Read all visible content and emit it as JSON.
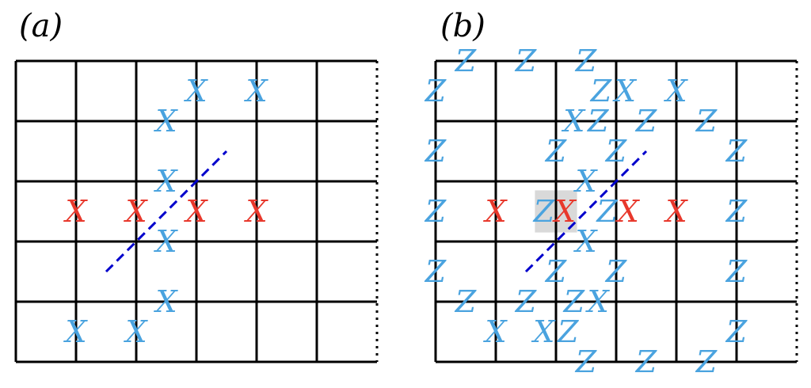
{
  "colors": {
    "blue": "#4aa3df",
    "red": "#e8382c",
    "cut": "#0000cc",
    "highlight": "#d9d9d9"
  },
  "panels": [
    {
      "label": "(a)",
      "ops": [
        {
          "t": "X",
          "c": "blue",
          "col": 3.0,
          "row": 0.5
        },
        {
          "t": "X",
          "c": "blue",
          "col": 4.0,
          "row": 0.5
        },
        {
          "t": "X",
          "c": "blue",
          "col": 2.5,
          "row": 1.0
        },
        {
          "t": "X",
          "c": "blue",
          "col": 2.5,
          "row": 2.0
        },
        {
          "t": "X",
          "c": "red",
          "col": 1.0,
          "row": 2.5
        },
        {
          "t": "X",
          "c": "red",
          "col": 2.0,
          "row": 2.5
        },
        {
          "t": "X",
          "c": "red",
          "col": 3.0,
          "row": 2.5
        },
        {
          "t": "X",
          "c": "red",
          "col": 4.0,
          "row": 2.5
        },
        {
          "t": "X",
          "c": "blue",
          "col": 2.5,
          "row": 3.0
        },
        {
          "t": "X",
          "c": "blue",
          "col": 2.5,
          "row": 4.0
        },
        {
          "t": "X",
          "c": "blue",
          "col": 1.0,
          "row": 4.5
        },
        {
          "t": "X",
          "c": "blue",
          "col": 2.0,
          "row": 4.5
        }
      ]
    },
    {
      "label": "(b)",
      "ops": [
        {
          "t": "Z",
          "c": "blue",
          "col": 0.5,
          "row": 0.0
        },
        {
          "t": "Z",
          "c": "blue",
          "col": 1.5,
          "row": 0.0
        },
        {
          "t": "Z",
          "c": "blue",
          "col": 2.5,
          "row": 0.0
        },
        {
          "t": "Z",
          "c": "blue",
          "col": 0.0,
          "row": 0.5
        },
        {
          "t": "Z",
          "c": "blue",
          "col": 2.75,
          "row": 0.5
        },
        {
          "t": "X",
          "c": "blue",
          "col": 3.15,
          "row": 0.5
        },
        {
          "t": "X",
          "c": "blue",
          "col": 4.0,
          "row": 0.5
        },
        {
          "t": "X",
          "c": "blue",
          "col": 2.3,
          "row": 1.0
        },
        {
          "t": "Z",
          "c": "blue",
          "col": 2.7,
          "row": 1.0
        },
        {
          "t": "Z",
          "c": "blue",
          "col": 3.5,
          "row": 1.0
        },
        {
          "t": "Z",
          "c": "blue",
          "col": 4.5,
          "row": 1.0
        },
        {
          "t": "Z",
          "c": "blue",
          "col": 0.0,
          "row": 1.5
        },
        {
          "t": "Z",
          "c": "blue",
          "col": 2.0,
          "row": 1.5
        },
        {
          "t": "Z",
          "c": "blue",
          "col": 3.0,
          "row": 1.5
        },
        {
          "t": "Z",
          "c": "blue",
          "col": 5.0,
          "row": 1.5
        },
        {
          "t": "X",
          "c": "blue",
          "col": 2.5,
          "row": 2.0
        },
        {
          "t": "Z",
          "c": "blue",
          "col": 0.0,
          "row": 2.5
        },
        {
          "t": "X",
          "c": "red",
          "col": 1.0,
          "row": 2.5
        },
        {
          "t": "Z",
          "c": "blue",
          "col": 1.8,
          "row": 2.5
        },
        {
          "t": "X",
          "c": "red",
          "col": 2.15,
          "row": 2.5
        },
        {
          "t": "Z",
          "c": "blue",
          "col": 2.85,
          "row": 2.5
        },
        {
          "t": "X",
          "c": "red",
          "col": 3.2,
          "row": 2.5
        },
        {
          "t": "X",
          "c": "red",
          "col": 4.0,
          "row": 2.5
        },
        {
          "t": "Z",
          "c": "blue",
          "col": 5.0,
          "row": 2.5
        },
        {
          "t": "X",
          "c": "blue",
          "col": 2.5,
          "row": 3.0
        },
        {
          "t": "Z",
          "c": "blue",
          "col": 0.0,
          "row": 3.5
        },
        {
          "t": "Z",
          "c": "blue",
          "col": 2.0,
          "row": 3.5
        },
        {
          "t": "Z",
          "c": "blue",
          "col": 3.0,
          "row": 3.5
        },
        {
          "t": "Z",
          "c": "blue",
          "col": 5.0,
          "row": 3.5
        },
        {
          "t": "Z",
          "c": "blue",
          "col": 0.5,
          "row": 4.0
        },
        {
          "t": "Z",
          "c": "blue",
          "col": 1.5,
          "row": 4.0
        },
        {
          "t": "Z",
          "c": "blue",
          "col": 2.3,
          "row": 4.0
        },
        {
          "t": "X",
          "c": "blue",
          "col": 2.7,
          "row": 4.0
        },
        {
          "t": "X",
          "c": "blue",
          "col": 1.0,
          "row": 4.5
        },
        {
          "t": "X",
          "c": "blue",
          "col": 1.8,
          "row": 4.5
        },
        {
          "t": "Z",
          "c": "blue",
          "col": 2.2,
          "row": 4.5
        },
        {
          "t": "Z",
          "c": "blue",
          "col": 5.0,
          "row": 4.5
        },
        {
          "t": "Z",
          "c": "blue",
          "col": 2.5,
          "row": 5.0
        },
        {
          "t": "Z",
          "c": "blue",
          "col": 3.5,
          "row": 5.0
        },
        {
          "t": "Z",
          "c": "blue",
          "col": 4.5,
          "row": 5.0
        }
      ]
    }
  ]
}
